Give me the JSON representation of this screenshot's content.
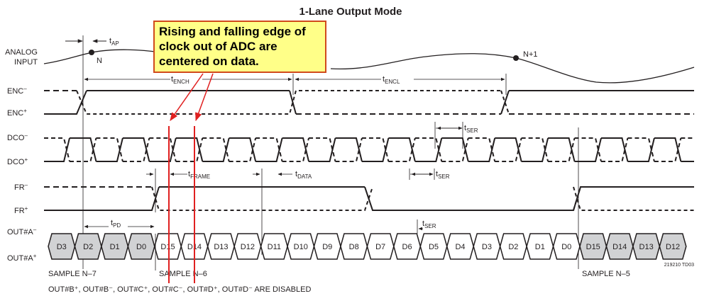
{
  "title": "1-Lane Output Mode",
  "signals": {
    "analog_input": [
      "ANALOG",
      "INPUT"
    ],
    "enc_minus": "ENC",
    "enc_plus": "ENC",
    "dco_minus": "DCO",
    "dco_plus": "DCO",
    "fr_minus": "FR",
    "fr_plus": "FR",
    "out_a_minus": "OUT#A",
    "out_a_plus": "OUT#A",
    "sup_minus": "–",
    "sup_plus": "+"
  },
  "points": {
    "n": "N",
    "n_plus_1": "N+1"
  },
  "timing": {
    "t_ap": {
      "t": "t",
      "sub": "AP"
    },
    "t_ench": {
      "t": "t",
      "sub": "ENCH"
    },
    "t_encl": {
      "t": "t",
      "sub": "ENCL"
    },
    "t_ser": {
      "t": "t",
      "sub": "SER"
    },
    "t_frame": {
      "t": "t",
      "sub": "FRAME"
    },
    "t_data": {
      "t": "t",
      "sub": "DATA"
    },
    "t_pd": {
      "t": "t",
      "sub": "PD"
    }
  },
  "data_bits": [
    "D3",
    "D2",
    "D1",
    "D0",
    "D15",
    "D14",
    "D13",
    "D12",
    "D11",
    "D10",
    "D9",
    "D8",
    "D7",
    "D6",
    "D5",
    "D4",
    "D3",
    "D2",
    "D1",
    "D0",
    "D15",
    "D14",
    "D13",
    "D12"
  ],
  "samples": {
    "n7": "SAMPLE N–7",
    "n6": "SAMPLE N–6",
    "n5": "SAMPLE N–5"
  },
  "figure_code": "219210 TD03",
  "footnote": "OUT#B⁺, OUT#B⁻, OUT#C⁺, OUT#C⁻, OUT#D⁺, OUT#D⁻ ARE DISABLED",
  "callout": "Rising and falling edge of clock out of ADC are centered on data.",
  "colors": {
    "callout_fill": "#ffff88",
    "callout_border": "#d04a1c",
    "marker": "#e02020",
    "cell_fill": "#d1d2d4"
  }
}
